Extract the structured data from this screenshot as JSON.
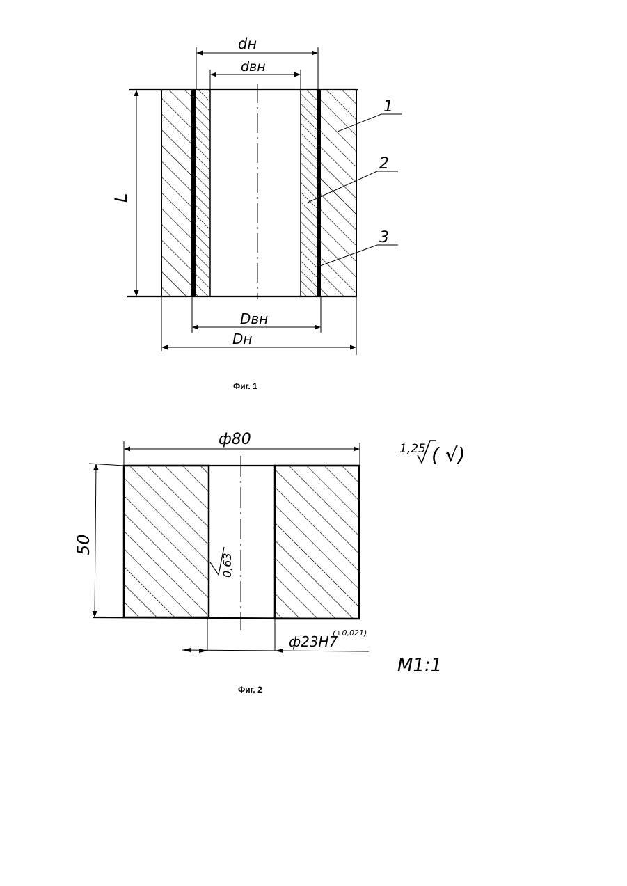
{
  "figure1": {
    "caption": "Фиг. 1",
    "dim_outer_top": "dн",
    "dim_inner_top": "dвн",
    "dim_length": "L",
    "dim_inner_bottom": "Dвн",
    "dim_outer_bottom": "Dн",
    "callouts": [
      "1",
      "2",
      "3"
    ]
  },
  "figure2": {
    "caption": "Фиг. 2",
    "dim_diameter": "ф80",
    "dim_height": "50",
    "dim_bore": "ф23H7",
    "bore_tolerance": "(+0,021)",
    "roughness_inner": "0,63",
    "roughness_general": "1,25",
    "roughness_note": "( √)",
    "scale": "M1:1"
  }
}
